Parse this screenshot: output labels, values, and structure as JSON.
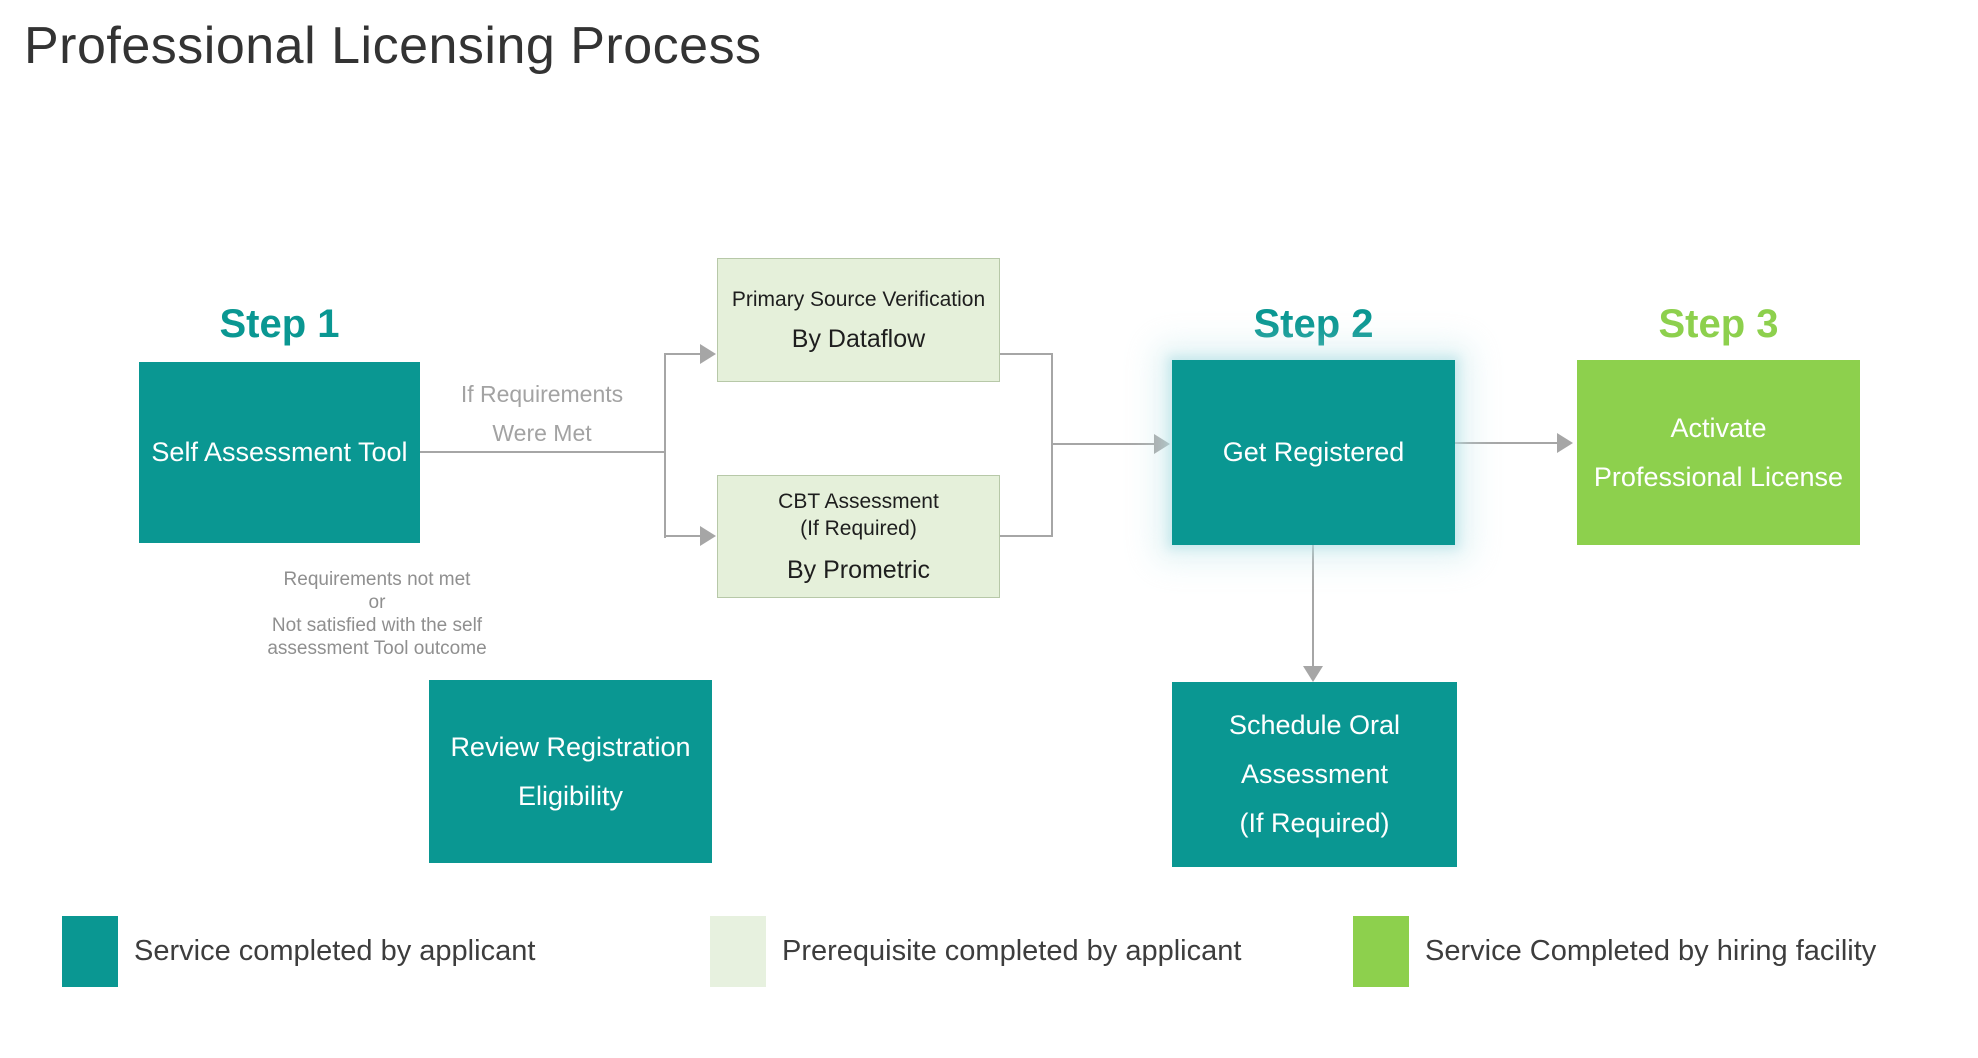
{
  "title": "Professional Licensing Process",
  "step_labels": {
    "step1": "Step 1",
    "step2": "Step 2",
    "step3": "Step 3"
  },
  "nodes": {
    "self_assessment": {
      "label": "Self Assessment Tool"
    },
    "primary_source": {
      "lines": [
        "Primary Source Verification",
        "By Dataflow"
      ]
    },
    "cbt": {
      "lines": [
        "CBT Assessment",
        "(If Required)",
        "By Prometric"
      ]
    },
    "get_registered": {
      "label": "Get Registered"
    },
    "activate_license": {
      "lines": [
        "Activate",
        "Professional License"
      ]
    },
    "review_eligibility": {
      "lines": [
        "Review Registration",
        "Eligibility"
      ]
    },
    "oral_assessment": {
      "lines": [
        "Schedule Oral",
        "Assessment",
        "(If Required)"
      ]
    }
  },
  "annotations": {
    "requirements_met": [
      "If Requirements",
      "Were Met"
    ],
    "requirements_not_met": [
      "Requirements not met",
      "or",
      "Not satisfied with the self",
      "assessment Tool outcome"
    ]
  },
  "legend": [
    {
      "swatch": "teal",
      "label": "Service completed by applicant"
    },
    {
      "swatch": "light-green",
      "label": "Prerequisite completed by applicant"
    },
    {
      "swatch": "green",
      "label": "Service Completed by hiring facility"
    }
  ],
  "colors": {
    "teal": "#0a9792",
    "green": "#8dd04d",
    "light_green_fill": "#e5f0da",
    "light_green_border": "#b7c8a8",
    "connector_gray": "#a6a6a6",
    "requirements_met_text": "#a3a3a3",
    "requirements_not_met_text": "#8f8f8f",
    "title_text": "#333333",
    "legend_text": "#3d3d3d"
  }
}
